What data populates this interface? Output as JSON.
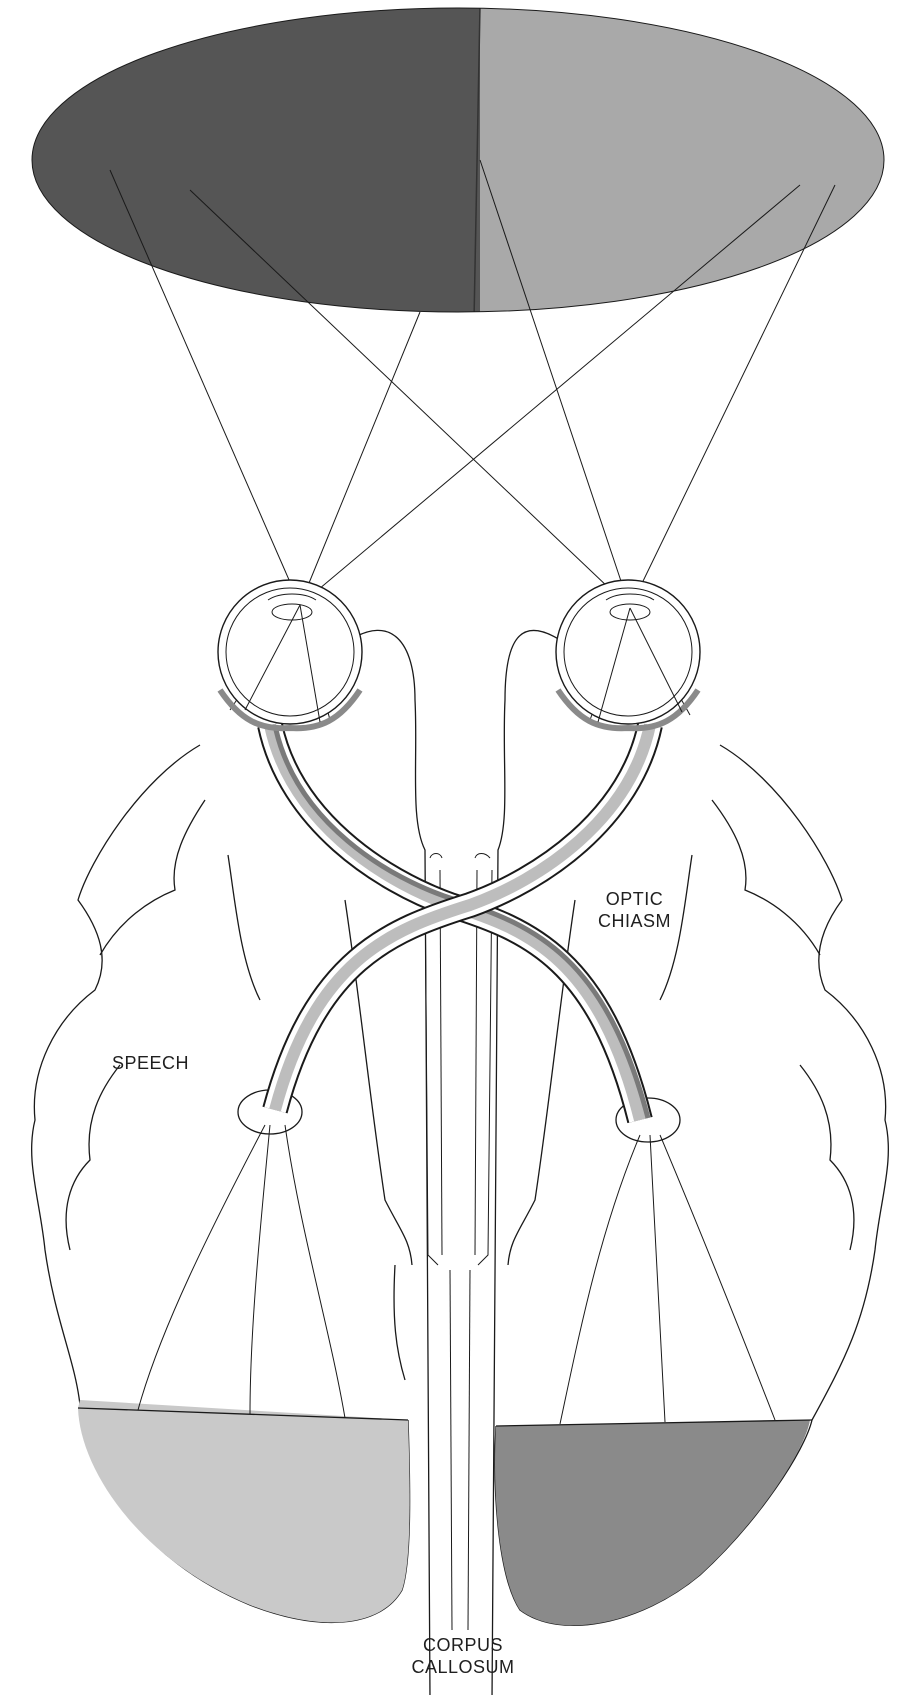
{
  "labels": {
    "speech": "SPEECH",
    "optic_chiasm_line1": "OPTIC",
    "optic_chiasm_line2": "CHIASM",
    "corpus_callosum_line1": "CORPUS",
    "corpus_callosum_line2": "CALLOSUM"
  },
  "colors": {
    "left_visual_field": "#555555",
    "right_visual_field": "#a9a9a9",
    "left_occipital": "#c9c9c9",
    "right_occipital": "#8a8a8a",
    "optic_nerve_fill": "#bdbdbd",
    "optic_nerve_dark": "#7a7a7a",
    "outline": "#1a1a1a"
  }
}
